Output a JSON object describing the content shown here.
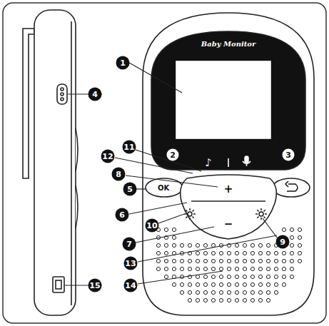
{
  "diagram": {
    "labels": [
      "Baby Monitor",
      "1",
      "2",
      "3",
      "♪",
      "11",
      "12",
      "8",
      "OK",
      "5",
      "+",
      "6",
      "10",
      "9",
      "7",
      "−",
      "13",
      "14",
      "4",
      "15"
    ]
  }
}
